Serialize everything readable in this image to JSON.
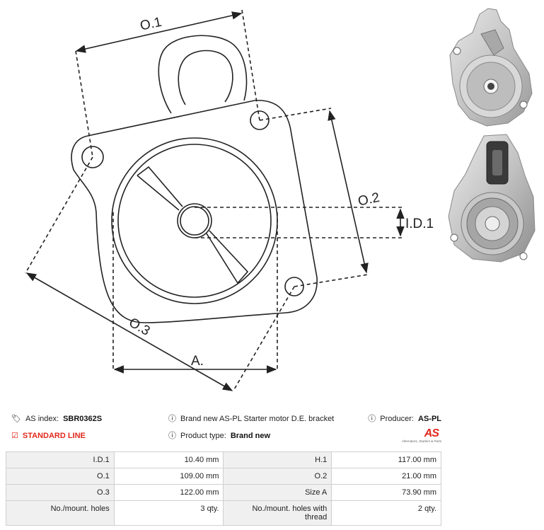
{
  "diagram": {
    "dimension_labels": {
      "o1": "O.1",
      "o2": "O.2",
      "o3": "O.3",
      "a": "A.",
      "id1": "I.D.1"
    }
  },
  "photos": [
    {
      "name": "product-photo-front"
    },
    {
      "name": "product-photo-back"
    }
  ],
  "info": {
    "as_index_label": "AS index:",
    "as_index_value": "SBR0362S",
    "line": "STANDARD LINE",
    "description": "Brand new AS-PL Starter motor D.E. bracket",
    "product_type_label": "Product type:",
    "product_type_value": "Brand new",
    "producer_label": "Producer:",
    "producer_value": "AS-PL",
    "logo_text": "AS",
    "logo_tagline": "Alternators, Starters & Parts"
  },
  "icons": {
    "tags": "tags-icon",
    "check": "check-square-icon",
    "info": "info-circle-icon"
  },
  "colors": {
    "accent_red": "#e2281b",
    "label_bg": "#f0f0f0",
    "border": "#d0d0d0"
  },
  "specs": {
    "rows": [
      [
        {
          "label": "I.D.1",
          "value": "10.40 mm"
        },
        {
          "label": "H.1",
          "value": "117.00 mm"
        }
      ],
      [
        {
          "label": "O.1",
          "value": "109.00 mm"
        },
        {
          "label": "O.2",
          "value": "21.00 mm"
        }
      ],
      [
        {
          "label": "O.3",
          "value": "122.00 mm"
        },
        {
          "label": "Size A",
          "value": "73.90 mm"
        }
      ],
      [
        {
          "label": "No./mount. holes",
          "value": "3 qty."
        },
        {
          "label": "No./mount. holes with thread",
          "value": "2 qty."
        }
      ]
    ]
  }
}
